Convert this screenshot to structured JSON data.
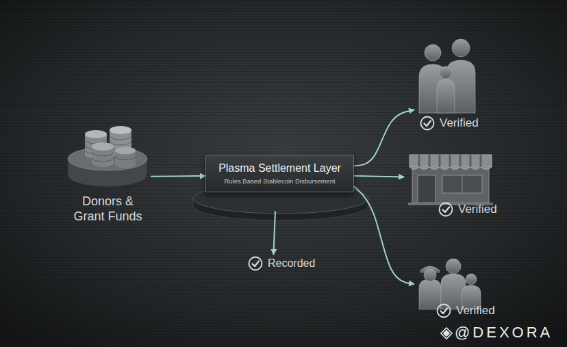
{
  "diagram": {
    "nodes": [
      {
        "text": [
          "Donors & Grant Funds"
        ]
      },
      {
        "text": [
          "Plasma Settlement Layer",
          "Rules.Based Stablecoin Disbursement"
        ]
      },
      {
        "text": [
          "Recorded"
        ]
      },
      {
        "text": [
          "Verified"
        ]
      },
      {
        "text": [
          "Verified"
        ]
      },
      {
        "text": [
          "Verified"
        ]
      }
    ],
    "edges": [
      {
        "from": 0,
        "to": 1,
        "arrow": "to"
      },
      {
        "from": 1,
        "to": 2,
        "arrow": "to"
      },
      {
        "from": 1,
        "to": 3,
        "arrow": "to"
      },
      {
        "from": 1,
        "to": 4,
        "arrow": "to"
      },
      {
        "from": 1,
        "to": 5,
        "arrow": "to"
      }
    ],
    "labels": [
      "@DEXORA"
    ]
  }
}
